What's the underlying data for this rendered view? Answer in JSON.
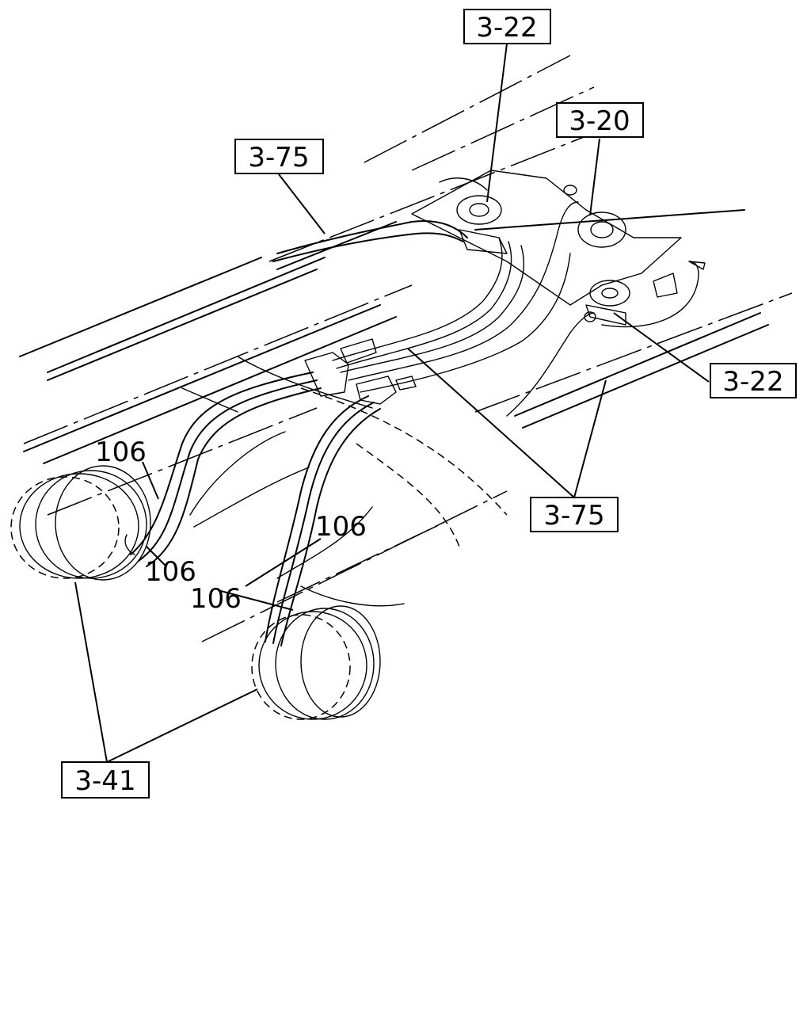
{
  "callouts": {
    "ref_3_22_top": "3-22",
    "ref_3_20": "3-20",
    "ref_3_75_top": "3-75",
    "ref_3_22_right": "3-22",
    "ref_3_75_bottom": "3-75",
    "ref_3_41": "3-41"
  },
  "part_numbers": {
    "p106_a": "106",
    "p106_b": "106",
    "p106_c": "106",
    "p106_d": "106"
  }
}
